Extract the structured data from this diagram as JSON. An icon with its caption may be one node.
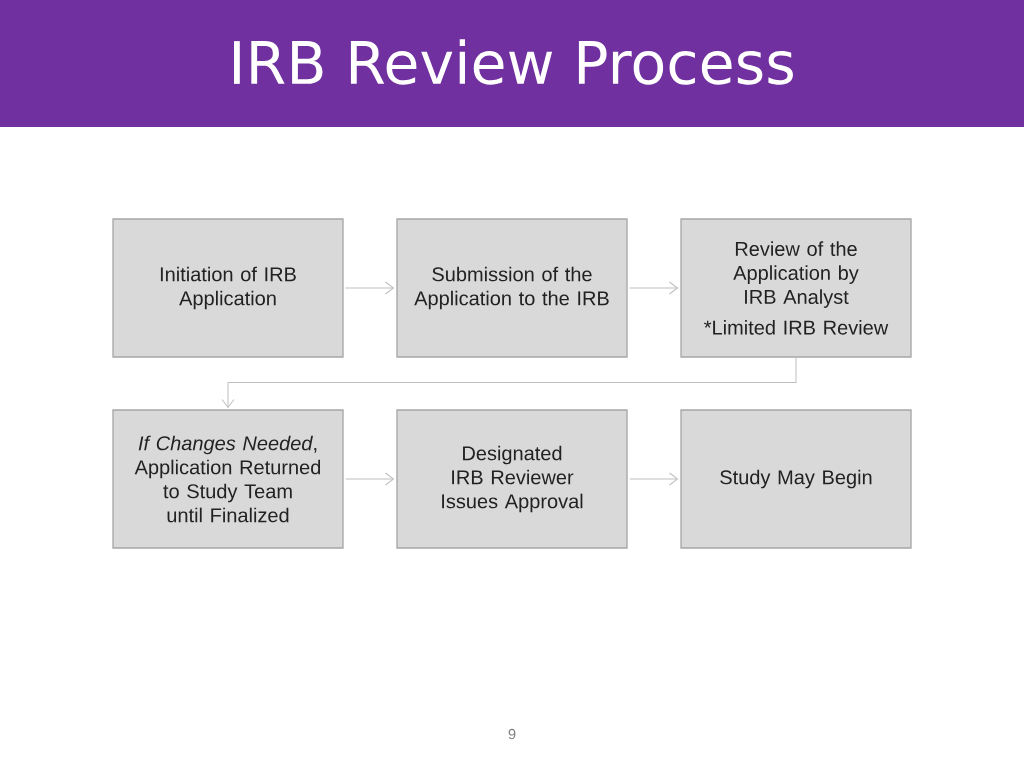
{
  "diagram": {
    "title": "IRB Review Process",
    "nodes": [
      {
        "text": [
          "Initiation of IRB Application"
        ]
      },
      {
        "text": [
          "Submission of the Application to the IRB"
        ]
      },
      {
        "text": [
          "Review of the Application by IRB Analyst",
          "*Limited IRB Review"
        ]
      },
      {
        "text": [
          "*If Changes Needed*, Application Returned to Study Team until Finalized"
        ]
      },
      {
        "text": [
          "Designated IRB Reviewer Issues Approval"
        ]
      },
      {
        "text": [
          "Study May Begin"
        ]
      }
    ],
    "edges": [
      {
        "from": 0,
        "to": 1,
        "arrow": "to"
      },
      {
        "from": 1,
        "to": 2,
        "arrow": "to"
      },
      {
        "from": 2,
        "to": 3,
        "arrow": "to"
      },
      {
        "from": 3,
        "to": 4,
        "arrow": "to"
      },
      {
        "from": 4,
        "to": 5,
        "arrow": "to"
      }
    ],
    "labels": [
      "9"
    ]
  }
}
